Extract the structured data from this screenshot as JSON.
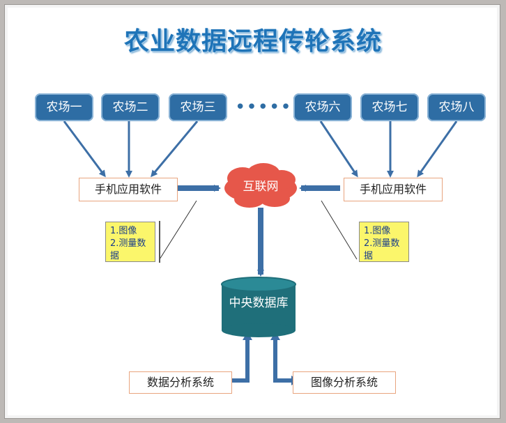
{
  "title": "农业数据远程传轮系统",
  "farms": [
    "农场一",
    "农场二",
    "农场三",
    "农场六",
    "农场七",
    "农场八"
  ],
  "ellipsis": "••••••",
  "app_left": "手机应用软件",
  "app_right": "手机应用软件",
  "internet": "互联网",
  "note_left": [
    "1.图像",
    "2.测量数据"
  ],
  "note_right": [
    "1.图像",
    "2.测量数据"
  ],
  "database": "中央数据库",
  "system_left": "数据分析系统",
  "system_right": "图像分析系统",
  "colors": {
    "farm": "#2e6da4",
    "arrow": "#3d6fa6",
    "cloud": "#e6574a",
    "db": "#1f6f7a",
    "note": "#fbf66b"
  }
}
